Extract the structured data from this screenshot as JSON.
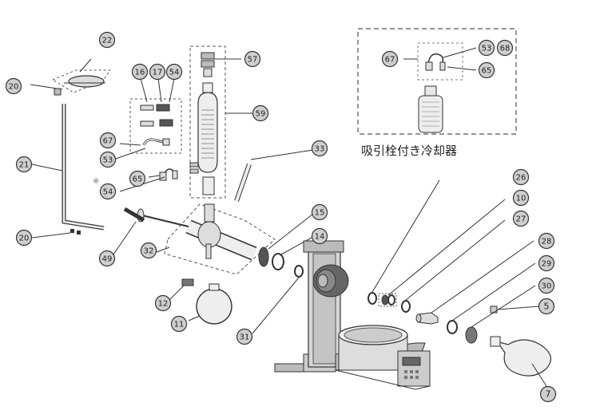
{
  "inset": {
    "caption": "吸引栓付き冷却器"
  },
  "callouts": [
    {
      "id": "c22",
      "text": "22"
    },
    {
      "id": "c20a",
      "text": "20"
    },
    {
      "id": "c16",
      "text": "16"
    },
    {
      "id": "c17",
      "text": "17"
    },
    {
      "id": "c54a",
      "text": "54"
    },
    {
      "id": "c57",
      "text": "57"
    },
    {
      "id": "c67a",
      "text": "67"
    },
    {
      "id": "c53a",
      "text": "53"
    },
    {
      "id": "c68",
      "text": "68"
    },
    {
      "id": "c65a",
      "text": "65"
    },
    {
      "id": "c59",
      "text": "59"
    },
    {
      "id": "c21",
      "text": "21"
    },
    {
      "id": "c67b",
      "text": "67"
    },
    {
      "id": "c53b",
      "text": "53"
    },
    {
      "id": "c65b",
      "text": "65"
    },
    {
      "id": "c54b",
      "text": "54"
    },
    {
      "id": "c33",
      "text": "33"
    },
    {
      "id": "c20b",
      "text": "20"
    },
    {
      "id": "c26",
      "text": "26"
    },
    {
      "id": "c10",
      "text": "10"
    },
    {
      "id": "c27",
      "text": "27"
    },
    {
      "id": "c15",
      "text": "15"
    },
    {
      "id": "c14",
      "text": "14"
    },
    {
      "id": "c49",
      "text": "49"
    },
    {
      "id": "c32",
      "text": "32"
    },
    {
      "id": "c28",
      "text": "28"
    },
    {
      "id": "c29",
      "text": "29"
    },
    {
      "id": "c30",
      "text": "30"
    },
    {
      "id": "c5",
      "text": "5"
    },
    {
      "id": "c12",
      "text": "12"
    },
    {
      "id": "c11",
      "text": "11"
    },
    {
      "id": "c31",
      "text": "31"
    },
    {
      "id": "c7",
      "text": "7"
    }
  ],
  "colors": {
    "line": "#333333",
    "fill_light": "#e8e8e8",
    "fill_mid": "#cfcfcf",
    "fill_dark": "#6a6a6a",
    "callout_fill": "#cfcfcf"
  }
}
